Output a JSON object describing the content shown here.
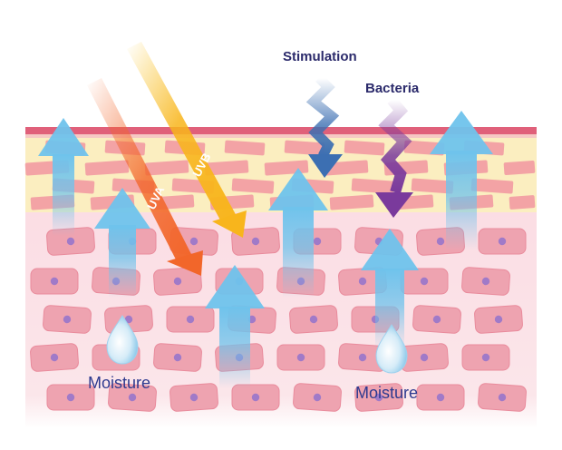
{
  "labels": {
    "stimulation": "Stimulation",
    "bacteria": "Bacteria",
    "uva": "UVA",
    "uvb": "UVB",
    "moisture_left": "Moisture",
    "moisture_right": "Moisture"
  },
  "colors": {
    "horny_layer": "#fbeec0",
    "horny_cell": "#f3a3a5",
    "skin_top_line": "#e0607a",
    "dermis": "#fbe3e8",
    "cell_fill": "#eea3b0",
    "cell_stroke": "#e98b9c",
    "nucleus": "#a07ac8",
    "moisture_arrow": "#6fc3ec",
    "stimulation_arrow": "#3c6fb2",
    "bacteria_arrow": "#7a3a9c",
    "uva_arrow": "#f2662a",
    "uvb_arrow": "#f8b51c",
    "label_text": "#2b2a6b",
    "moisture_text": "#2e3a8f"
  },
  "icons": {
    "droplet": "water-droplet-icon",
    "arrow": "arrow-icon"
  }
}
